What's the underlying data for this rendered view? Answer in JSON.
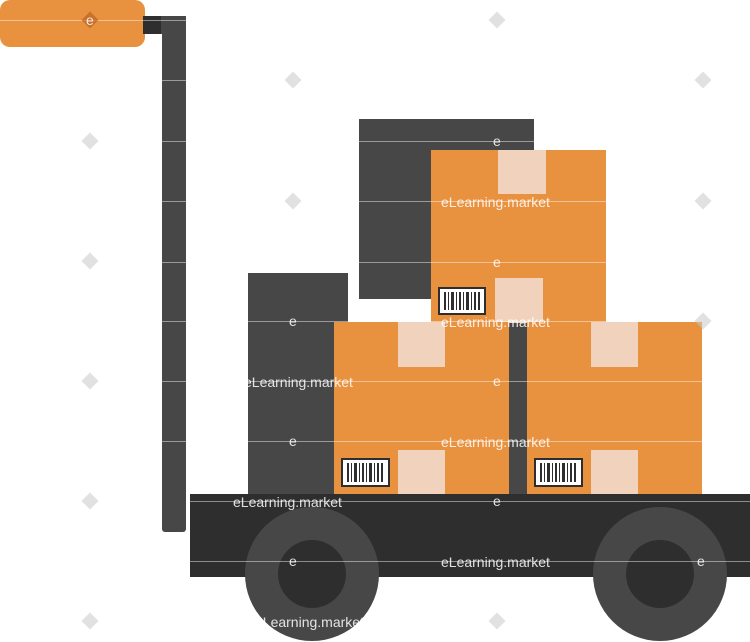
{
  "colors": {
    "handle_grip": "#e8913e",
    "frame": "#474747",
    "platform": "#2e2e2e",
    "wheel_outer": "#474747",
    "wheel_inner": "#2e2e2e",
    "box_orange": "#e8913e",
    "box_tape": "#f1d3bd",
    "back_box": "#474747"
  },
  "icons": [
    "hand-truck-cart",
    "cardboard-box",
    "barcode-label",
    "wheel"
  ],
  "watermark": {
    "brand": "eLearning.market",
    "letter": "e"
  }
}
